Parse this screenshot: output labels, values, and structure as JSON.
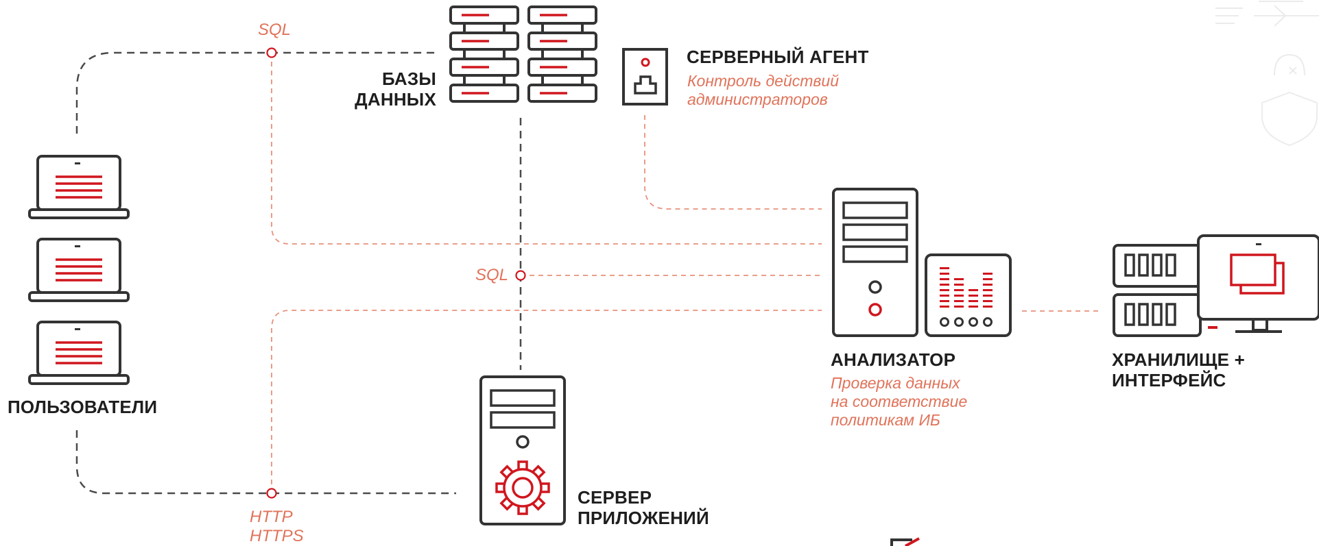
{
  "colors": {
    "accent": "#d0161e",
    "dashed_dark": "#4a4a4a",
    "dashed_light": "#e8907a",
    "outline": "#333333",
    "label": "#1e1e1e",
    "subtitle": "#e0735a"
  },
  "nodes": {
    "users": {
      "label": "ПОЛЬЗОВАТЕЛИ"
    },
    "databases": {
      "label_line1": "БАЗЫ",
      "label_line2": "ДАННЫХ"
    },
    "server_agent": {
      "label": "СЕРВЕРНЫЙ АГЕНТ",
      "subtitle_line1": "Контроль действий",
      "subtitle_line2": "администраторов"
    },
    "analyzer": {
      "label": "АНАЛИЗАТОР",
      "subtitle_line1": "Проверка данных",
      "subtitle_line2": "на соответствие",
      "subtitle_line3": "политикам ИБ"
    },
    "storage": {
      "label_line1": "ХРАНИЛИЩЕ +",
      "label_line2": "ИНТЕРФЕЙС"
    },
    "app_server": {
      "label_line1": "СЕРВЕР",
      "label_line2": "ПРИЛОЖЕНИЙ"
    }
  },
  "protocols": {
    "sql_top": "SQL",
    "sql_middle": "SQL",
    "http": "HTTP",
    "https": "HTTPS"
  },
  "icons": [
    "laptop-icon",
    "database-server-icon",
    "server-agent-icon",
    "tower-server-icon",
    "equalizer-monitor-icon",
    "storage-server-icon",
    "desktop-monitor-icon",
    "gear-icon",
    "shield-icon",
    "arrow-right-icon",
    "checkbox-icon"
  ]
}
